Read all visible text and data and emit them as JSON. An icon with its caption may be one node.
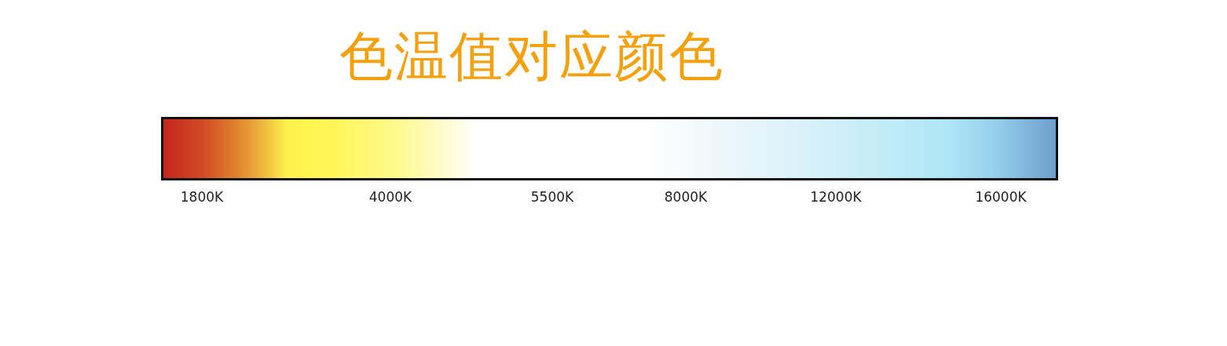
{
  "diagram": {
    "title": "色温值对应颜色",
    "nodes": [
      {
        "text": [],
        "shape": "bar"
      }
    ],
    "labels": [
      "1800K",
      "4000K",
      "5500K",
      "8000K",
      "12000K",
      "16000K"
    ]
  }
}
